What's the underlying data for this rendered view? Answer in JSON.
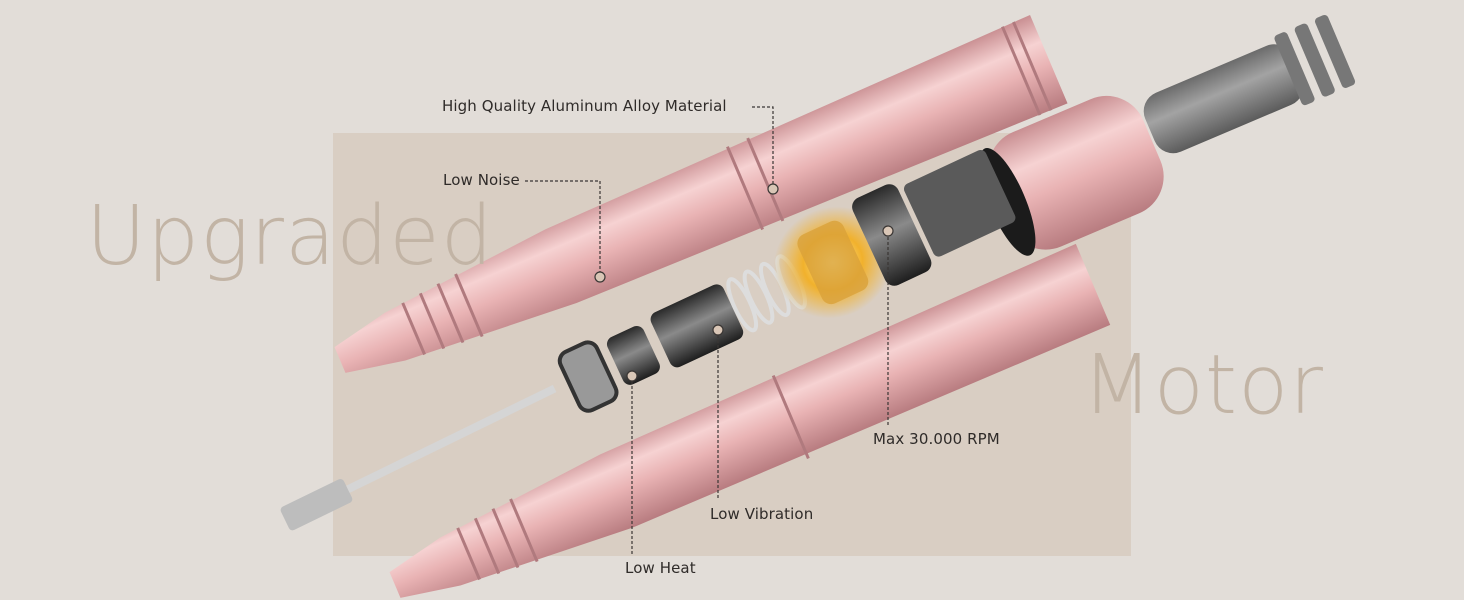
{
  "headline": {
    "word1": "Upgraded",
    "word2": "Motor"
  },
  "callouts": {
    "material": "High Quality Aluminum Alloy Material",
    "noise": "Low Noise",
    "rpm": "Max 30.000 RPM",
    "vibration": "Low Vibration",
    "heat": "Low Heat"
  },
  "colors": {
    "background": "#e2ddd8",
    "panel": "#d9cec3",
    "pen": "#e8b4b4",
    "headline": "#c2b4a5"
  }
}
